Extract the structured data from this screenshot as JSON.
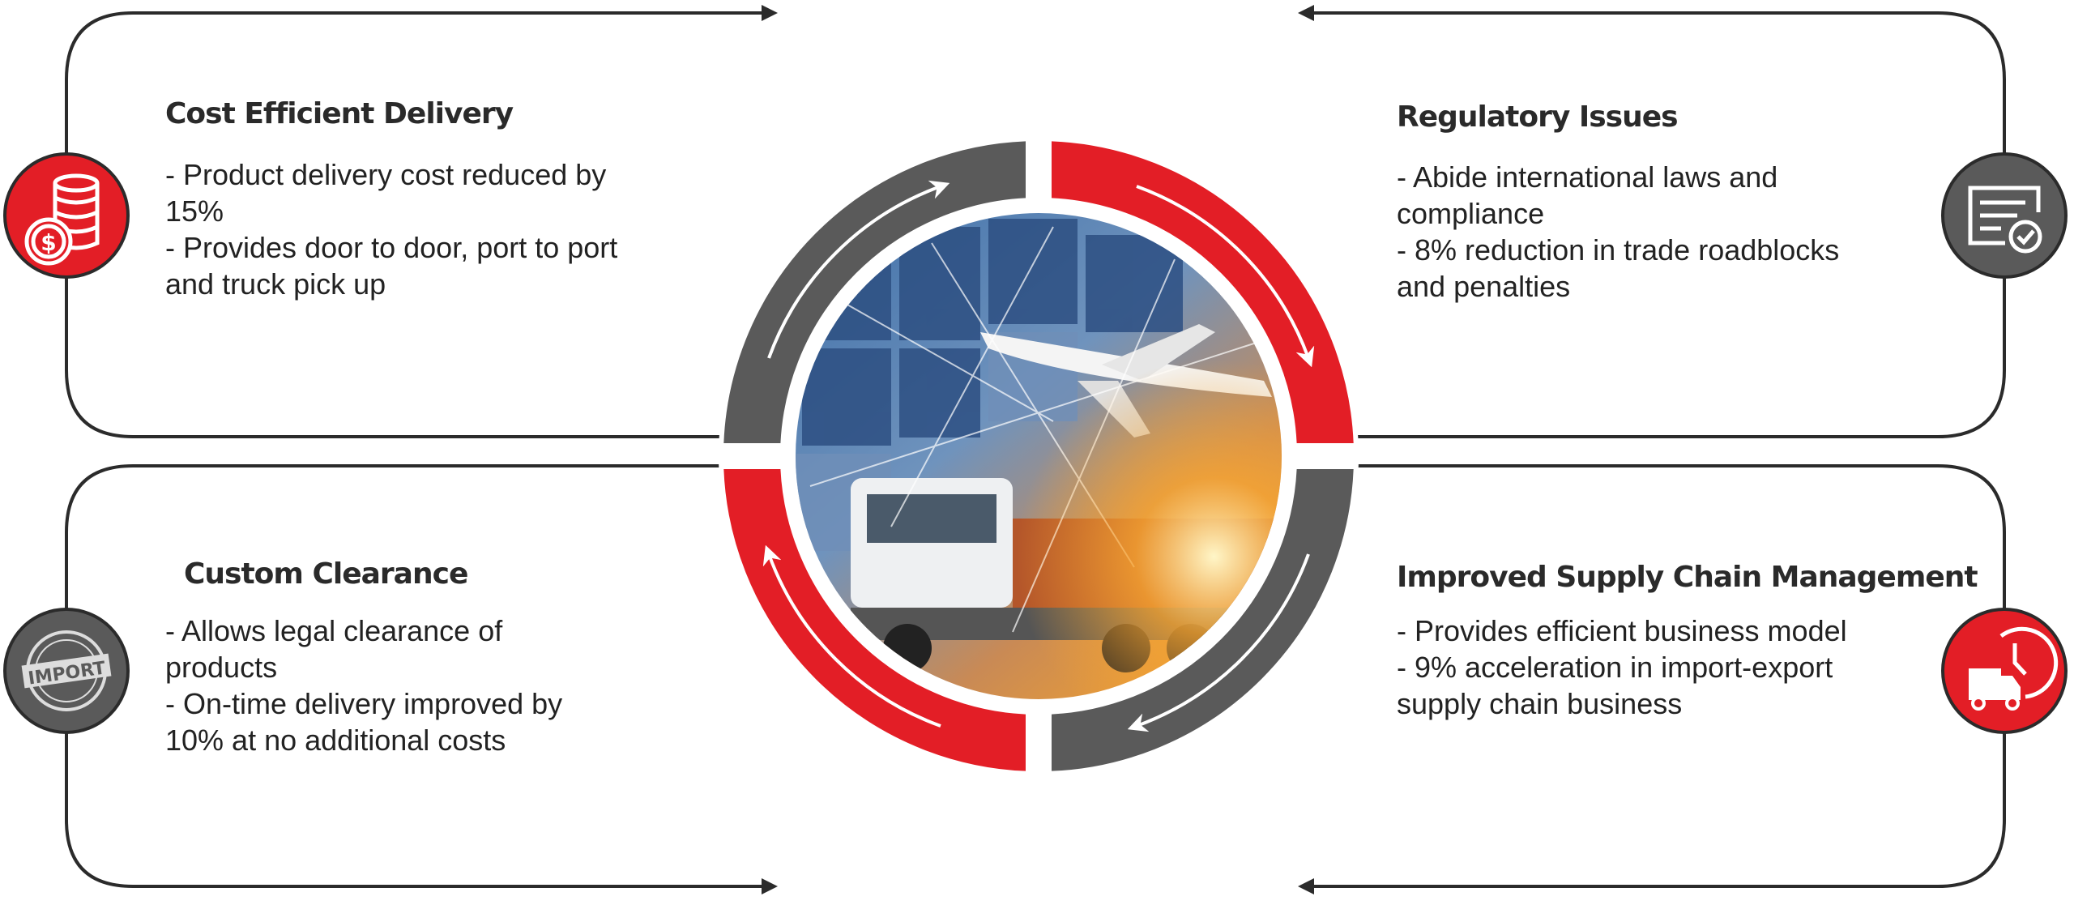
{
  "colors": {
    "accent_red": "#e31e26",
    "dark_gray": "#5a5a5a",
    "outline": "#2b2b2b"
  },
  "quadrants": [
    {
      "id": "cost",
      "title": "Cost Efficient Delivery",
      "icon": "coins-dollar-icon",
      "lines": [
        "- Product delivery cost reduced by 15%",
        "- Provides door to door, port to port and truck pick up"
      ]
    },
    {
      "id": "regulatory",
      "title": "Regulatory Issues",
      "icon": "certificate-check-icon",
      "lines": [
        "- Abide international laws and compliance",
        "- 8% reduction in trade roadblocks and penalties"
      ]
    },
    {
      "id": "custom",
      "title": "Custom Clearance",
      "icon": "import-stamp-icon",
      "lines": [
        "- Allows legal clearance of products",
        "- On-time delivery improved by 10% at no additional costs"
      ]
    },
    {
      "id": "supply",
      "title": "Improved Supply Chain Management",
      "icon": "delivery-truck-clock-icon",
      "lines": [
        "- Provides efficient business model",
        "- 9% acceleration in import-export supply chain business"
      ]
    }
  ],
  "stamp_text": "IMPORT"
}
